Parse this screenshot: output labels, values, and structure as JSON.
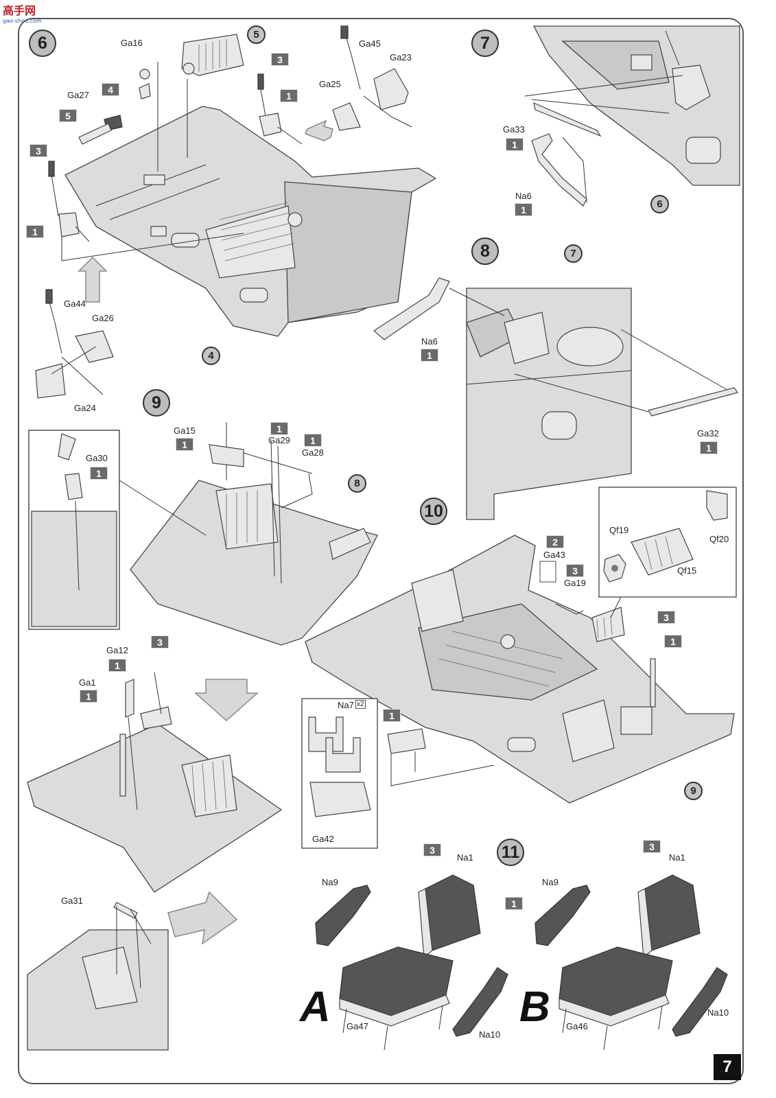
{
  "logo": {
    "chars": "高手网",
    "url": "gao-shou.com"
  },
  "page_number": "7",
  "steps": {
    "s6": "6",
    "s7": "7",
    "s8": "8",
    "s9": "9",
    "s10": "10",
    "s11": "11"
  },
  "sub_refs": {
    "r5": "5",
    "r4": "4",
    "r6": "6",
    "r7": "7",
    "r8": "8",
    "r9": "9"
  },
  "parts": {
    "ga16": "Ga16",
    "ga27": "Ga27",
    "ga45": "Ga45",
    "ga23": "Ga23",
    "ga25": "Ga25",
    "ga44": "Ga44",
    "ga26": "Ga26",
    "ga24": "Ga24",
    "ga33": "Ga33",
    "na6_7": "Na6",
    "na6_8": "Na6",
    "ga32": "Ga32",
    "ga15": "Ga15",
    "ga29": "Ga29",
    "ga28": "Ga28",
    "ga30": "Ga30",
    "ga12": "Ga12",
    "ga1": "Ga1",
    "ga31": "Ga31",
    "ga43": "Ga43",
    "ga19": "Ga19",
    "qf19": "Qf19",
    "qf20": "Qf20",
    "qf15": "Qf15",
    "na7": "Na7",
    "na7_qty": "x2",
    "ga42": "Ga42",
    "na9_a": "Na9",
    "na1_a": "Na1",
    "na10_a": "Na10",
    "ga47": "Ga47",
    "na9_b": "Na9",
    "na1_b": "Na1",
    "na10_b": "Na10",
    "ga46": "Ga46"
  },
  "codes": {
    "c6_3a": "3",
    "c6_4": "4",
    "c6_5": "5",
    "c6_3b": "3",
    "c6_1a": "1",
    "c6_1b": "1",
    "c7_1a": "1",
    "c7_1b": "1",
    "c8_1a": "1",
    "c8_1b": "1",
    "c9_1a": "1",
    "c9_1b": "1",
    "c9_1c": "1",
    "c9_1d": "1",
    "c9_3": "3",
    "c9_1e": "1",
    "c9_1f": "1",
    "c10_2": "2",
    "c10_3a": "3",
    "c10_3b": "3",
    "c10_1a": "1",
    "c10_1b": "1",
    "c11_3a": "3",
    "c11_1a": "1",
    "c11_3b": "3"
  },
  "variants": {
    "a": "A",
    "b": "B"
  }
}
